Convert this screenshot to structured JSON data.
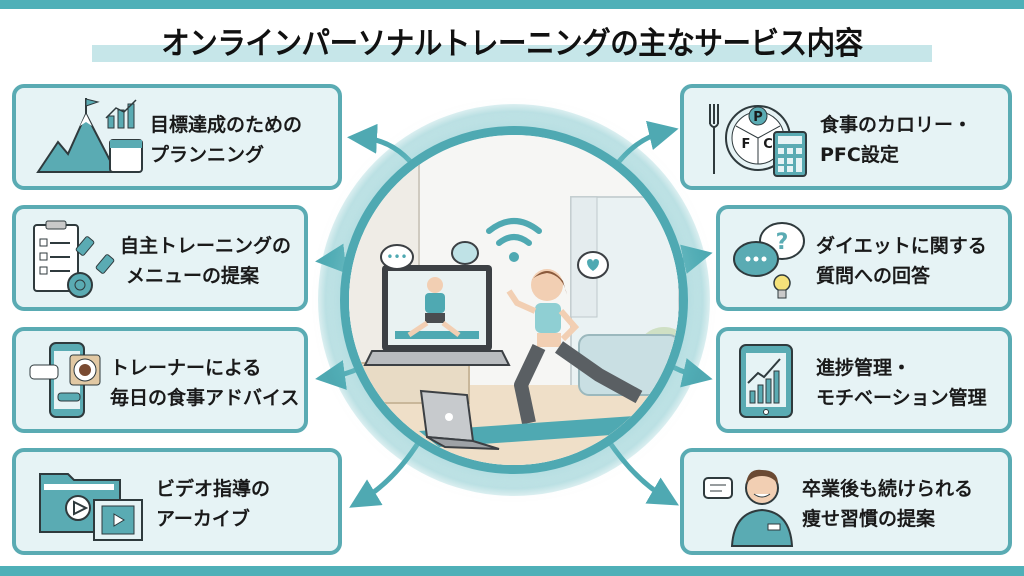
{
  "title": "オンラインパーソナルトレーニングの主なサービス内容",
  "colors": {
    "accent": "#4fb0b8",
    "card_border": "#5aabb3",
    "card_bg": "#e6f3f5",
    "title_highlight": "#c6e6e9",
    "text": "#1a1a1a"
  },
  "center": {
    "scene": "online-training-illustration",
    "elements": [
      "wifi-icon",
      "laptop-with-trainer",
      "woman-doing-lunge",
      "yoga-mat",
      "small-laptop",
      "heart-speech-bubble",
      "chat-bubbles"
    ]
  },
  "left_cards": [
    {
      "line1": "目標達成のための",
      "line2": "プランニング",
      "icon": "mountain-flag-chart-calendar-icon"
    },
    {
      "line1": "自主トレーニングの",
      "line2": "メニューの提案",
      "icon": "clipboard-dumbbell-mat-icon"
    },
    {
      "line1": "トレーナーによる",
      "line2": "毎日の食事アドバイス",
      "icon": "smartphone-chat-meal-icon"
    },
    {
      "line1": "ビデオ指導の",
      "line2": "アーカイブ",
      "icon": "video-folder-film-icon"
    }
  ],
  "right_cards": [
    {
      "line1": "食事のカロリー・",
      "line2": "PFC設定",
      "icon": "fork-pfc-plate-calculator-icon",
      "pfc": [
        "P",
        "F",
        "C"
      ]
    },
    {
      "line1": "ダイエットに関する",
      "line2": "質問への回答",
      "icon": "question-bubbles-lightbulb-icon",
      "question_mark": "?"
    },
    {
      "line1": "進捗管理・",
      "line2": "モチベーション管理",
      "icon": "tablet-growth-chart-icon"
    },
    {
      "line1": "卒業後も続けられる",
      "line2": "痩せ習慣の提案",
      "icon": "trainer-person-chat-icon"
    }
  ]
}
